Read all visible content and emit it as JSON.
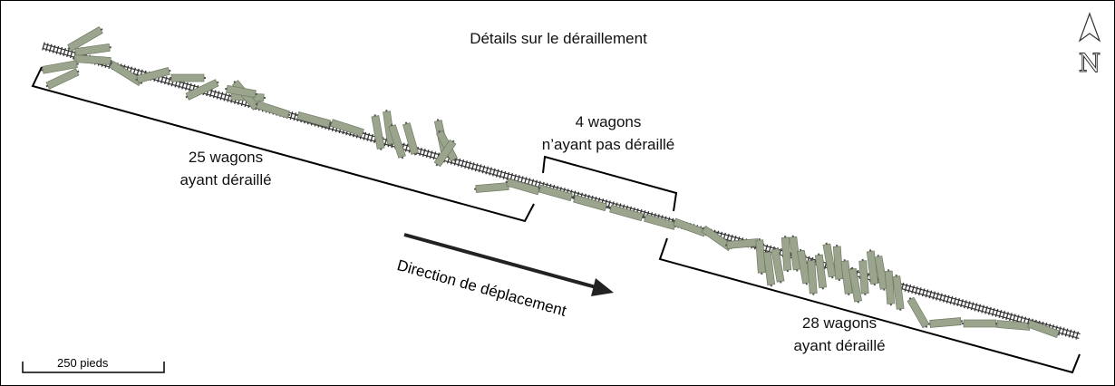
{
  "title": "Détails sur le déraillement",
  "groups": [
    {
      "line1": "25 wagons",
      "line2": "ayant déraillé"
    },
    {
      "line1": "4 wagons",
      "line2": "n’ayant pas déraillé"
    },
    {
      "line1": "28 wagons",
      "line2": "ayant déraillé"
    }
  ],
  "direction_label": "Direction de déplacement",
  "scale_label": "250 pieds",
  "north_label": "N",
  "colors": {
    "wagon": "#9ba58d",
    "wagon_edge": "#6f7a63",
    "track": "#333333"
  }
}
